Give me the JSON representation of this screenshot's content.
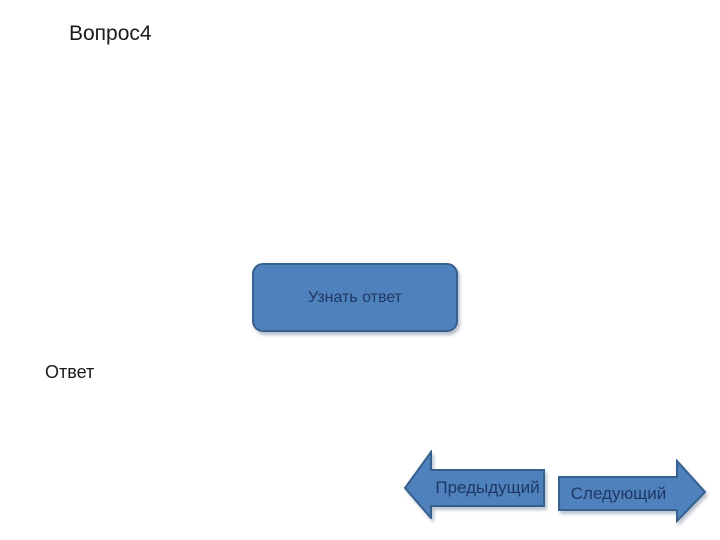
{
  "slide": {
    "title": "Вопрос4",
    "answer_label": "Ответ",
    "reveal_button": {
      "label": "Узнать ответ"
    },
    "nav": {
      "previous_label": "Предыдущий",
      "next_label": "Следующий"
    },
    "colors": {
      "background": "#ffffff",
      "shape_fill": "#4f81bd",
      "shape_border": "#36618f",
      "shape_text": "#1f3864",
      "title_text": "#1a1a1a"
    }
  }
}
